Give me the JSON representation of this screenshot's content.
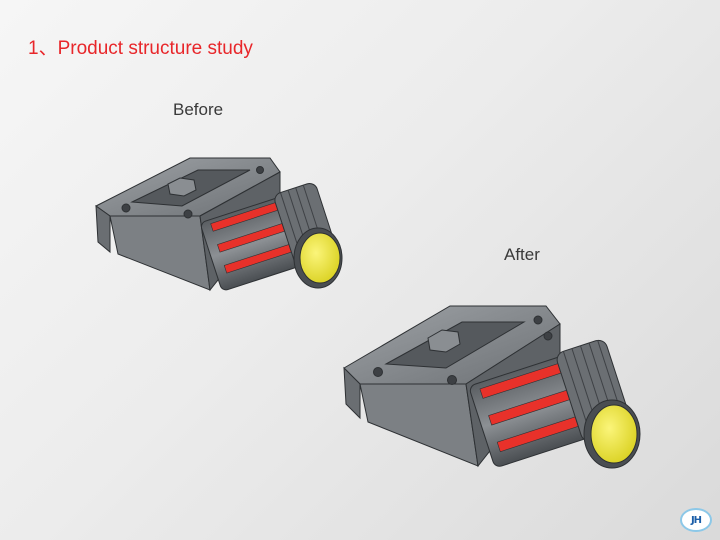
{
  "slide": {
    "title": "1、Product structure study",
    "before_label": "Before",
    "after_label": "After",
    "logo_text": "JH"
  },
  "colors": {
    "title_red": "#e8262a",
    "body_gray": "#6e7276",
    "stripe_red": "#e8312a",
    "lens_yellow": "#f1ea3c",
    "logo_ring": "#8cc8e8",
    "logo_text": "#1b5ea8"
  },
  "icons": {
    "before_model": "sensor-housing-render",
    "after_model": "sensor-housing-render",
    "logo": "jh-logo"
  }
}
